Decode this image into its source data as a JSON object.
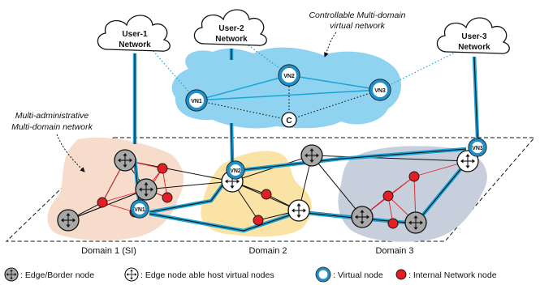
{
  "user_clouds": [
    {
      "id": "user1",
      "line1": "User-1",
      "line2": "Network"
    },
    {
      "id": "user2",
      "line1": "User-2",
      "line2": "Network"
    },
    {
      "id": "user3",
      "line1": "User-3",
      "line2": "Network"
    }
  ],
  "virtual_network": {
    "label_line1": "Controllable Multi-domain",
    "label_line2": "virtual network",
    "nodes": [
      {
        "id": "vn1",
        "label": "VN1"
      },
      {
        "id": "vn2",
        "label": "VN2"
      },
      {
        "id": "vn3",
        "label": "VN3"
      }
    ],
    "controller": {
      "label": "C"
    }
  },
  "physical_network": {
    "label_line1": "Multi-administrative",
    "label_line2": "Multi-domain network",
    "domains": [
      {
        "id": "d1",
        "label": "Domain 1 (SI)",
        "color": "#f8dccb"
      },
      {
        "id": "d2",
        "label": "Domain 2",
        "color": "#fbe3a6"
      },
      {
        "id": "d3",
        "label": "Domain 3",
        "color": "#c7cfdc"
      }
    ],
    "hosted_vn_labels": {
      "d1": "VN1",
      "d2": "VN2",
      "d3": "VN3"
    }
  },
  "legend": [
    {
      "icon": "edge-border-node",
      "text": ": Edge/Border node"
    },
    {
      "icon": "edge-host-node",
      "text": ": Edge node able host virtual nodes"
    },
    {
      "icon": "virtual-node",
      "text": ": Virtual node"
    },
    {
      "icon": "internal-node",
      "text": ": Internal Network node"
    }
  ],
  "colors": {
    "vn_cloud": "#8fd3f0",
    "virtual_ring": "#1f8fc9",
    "virtual_link": "#1aa5d8",
    "internal_node": "#e31e24",
    "internal_link": "#e31e24",
    "edge_node": "#a8a8a8"
  }
}
